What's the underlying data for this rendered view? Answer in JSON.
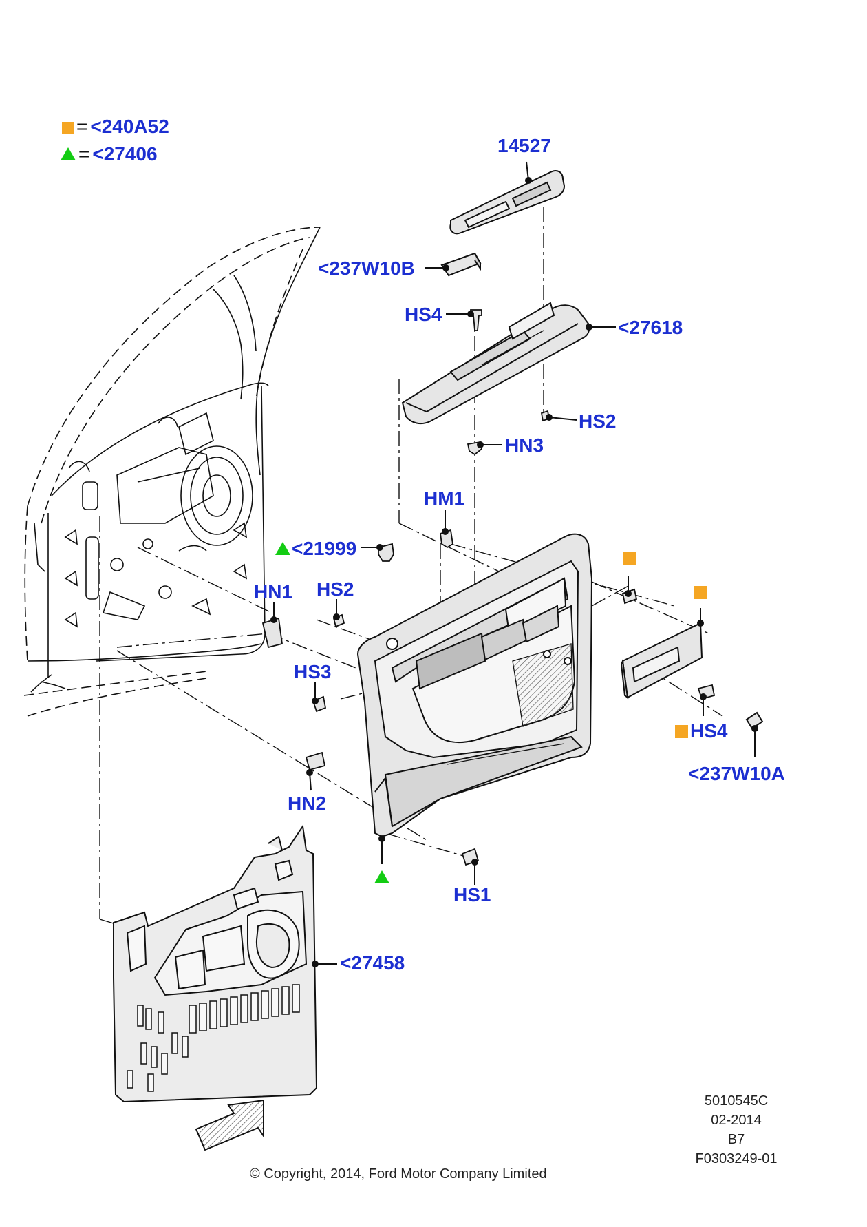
{
  "legend": [
    {
      "symbol": "square",
      "color": "#f5a623",
      "equals": "=",
      "code": "<240A52"
    },
    {
      "symbol": "triangle",
      "color": "#13cc13",
      "equals": "=",
      "code": "<27406"
    }
  ],
  "callouts": {
    "c14527": "14527",
    "c237W10B": "<237W10B",
    "hs4_top": "HS4",
    "c27618": "<27618",
    "hs2_right": "HS2",
    "hn3": "HN3",
    "hm1": "HM1",
    "c21999": "<21999",
    "hs2_left": "HS2",
    "hn1": "HN1",
    "hs3": "HS3",
    "hs4_bottom": "HS4",
    "c237W10A": "<237W10A",
    "hn2": "HN2",
    "hs1": "HS1",
    "c27458": "<27458"
  },
  "reference": {
    "line1": "5010545C",
    "line2": "02-2014",
    "line3": "B7",
    "line4": "F0303249-01"
  },
  "copyright": "© Copyright, 2014, Ford Motor Company Limited",
  "colors": {
    "label_blue": "#1c2fd1",
    "marker_orange": "#f5a623",
    "marker_green": "#13cc13",
    "line": "#111111",
    "part_fill": "#e6e6e6"
  }
}
